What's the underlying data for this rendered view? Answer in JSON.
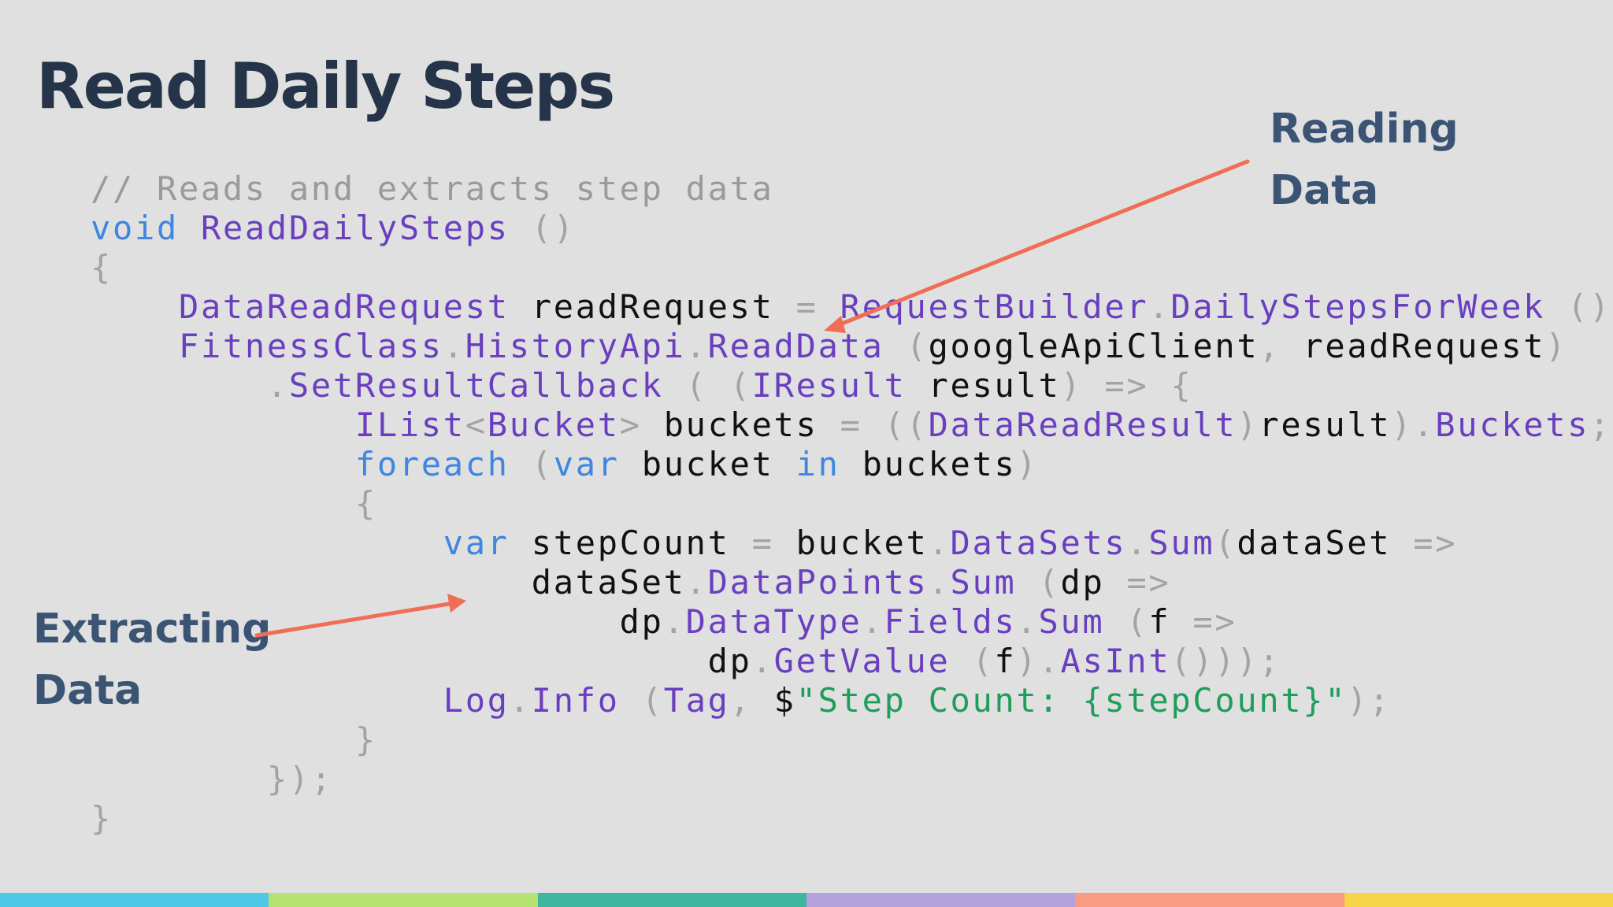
{
  "slide": {
    "title": "Read Daily Steps",
    "callouts": {
      "reading": [
        "Reading",
        "Data"
      ],
      "extracting": [
        "Extracting",
        "Data"
      ]
    },
    "arrow_color": "#f06e55",
    "accent_colors": [
      "#4fc8e6",
      "#b5e372",
      "#3fb7a0",
      "#b4a2dd",
      "#f99a83",
      "#f7d54a"
    ]
  },
  "code": {
    "lines": [
      [
        [
          "comment",
          "// Reads and extracts step data"
        ]
      ],
      [
        [
          "keyword",
          "void"
        ],
        [
          "plain",
          " "
        ],
        [
          "type",
          "ReadDailySteps"
        ],
        [
          "plain",
          " "
        ],
        [
          "punct",
          "()"
        ]
      ],
      [
        [
          "punct",
          "{"
        ]
      ],
      [
        [
          "plain",
          "    "
        ],
        [
          "type",
          "DataReadRequest"
        ],
        [
          "plain",
          " readRequest "
        ],
        [
          "punct",
          "="
        ],
        [
          "plain",
          " "
        ],
        [
          "type",
          "RequestBuilder"
        ],
        [
          "punct",
          "."
        ],
        [
          "member",
          "DailyStepsForWeek"
        ],
        [
          "plain",
          " "
        ],
        [
          "punct",
          "();"
        ]
      ],
      [
        [
          "plain",
          "    "
        ],
        [
          "type",
          "FitnessClass"
        ],
        [
          "punct",
          "."
        ],
        [
          "member",
          "HistoryApi"
        ],
        [
          "punct",
          "."
        ],
        [
          "member",
          "ReadData"
        ],
        [
          "plain",
          " "
        ],
        [
          "punct",
          "("
        ],
        [
          "plain",
          "googleApiClient"
        ],
        [
          "punct",
          ","
        ],
        [
          "plain",
          " readRequest"
        ],
        [
          "punct",
          ")"
        ]
      ],
      [
        [
          "plain",
          "        "
        ],
        [
          "punct",
          "."
        ],
        [
          "member",
          "SetResultCallback"
        ],
        [
          "plain",
          " "
        ],
        [
          "punct",
          "("
        ],
        [
          "plain",
          " "
        ],
        [
          "punct",
          "("
        ],
        [
          "type",
          "IResult"
        ],
        [
          "plain",
          " result"
        ],
        [
          "punct",
          ")"
        ],
        [
          "plain",
          " "
        ],
        [
          "punct",
          "=>"
        ],
        [
          "plain",
          " "
        ],
        [
          "punct",
          "{"
        ]
      ],
      [
        [
          "plain",
          "            "
        ],
        [
          "type",
          "IList"
        ],
        [
          "punct",
          "<"
        ],
        [
          "type",
          "Bucket"
        ],
        [
          "punct",
          ">"
        ],
        [
          "plain",
          " buckets "
        ],
        [
          "punct",
          "="
        ],
        [
          "plain",
          " "
        ],
        [
          "punct",
          "(("
        ],
        [
          "type",
          "DataReadResult"
        ],
        [
          "punct",
          ")"
        ],
        [
          "plain",
          "result"
        ],
        [
          "punct",
          ")."
        ],
        [
          "member",
          "Buckets"
        ],
        [
          "punct",
          ";"
        ]
      ],
      [
        [
          "plain",
          "            "
        ],
        [
          "keyword",
          "foreach"
        ],
        [
          "plain",
          " "
        ],
        [
          "punct",
          "("
        ],
        [
          "keyword",
          "var"
        ],
        [
          "plain",
          " bucket "
        ],
        [
          "keyword",
          "in"
        ],
        [
          "plain",
          " buckets"
        ],
        [
          "punct",
          ")"
        ]
      ],
      [
        [
          "plain",
          "            "
        ],
        [
          "punct",
          "{"
        ]
      ],
      [
        [
          "plain",
          "                "
        ],
        [
          "keyword",
          "var"
        ],
        [
          "plain",
          " stepCount "
        ],
        [
          "punct",
          "="
        ],
        [
          "plain",
          " bucket"
        ],
        [
          "punct",
          "."
        ],
        [
          "member",
          "DataSets"
        ],
        [
          "punct",
          "."
        ],
        [
          "member",
          "Sum"
        ],
        [
          "punct",
          "("
        ],
        [
          "plain",
          "dataSet "
        ],
        [
          "punct",
          "=>"
        ]
      ],
      [
        [
          "plain",
          "                    dataSet"
        ],
        [
          "punct",
          "."
        ],
        [
          "member",
          "DataPoints"
        ],
        [
          "punct",
          "."
        ],
        [
          "member",
          "Sum"
        ],
        [
          "plain",
          " "
        ],
        [
          "punct",
          "("
        ],
        [
          "plain",
          "dp "
        ],
        [
          "punct",
          "=>"
        ]
      ],
      [
        [
          "plain",
          "                        dp"
        ],
        [
          "punct",
          "."
        ],
        [
          "member",
          "DataType"
        ],
        [
          "punct",
          "."
        ],
        [
          "member",
          "Fields"
        ],
        [
          "punct",
          "."
        ],
        [
          "member",
          "Sum"
        ],
        [
          "plain",
          " "
        ],
        [
          "punct",
          "("
        ],
        [
          "plain",
          "f "
        ],
        [
          "punct",
          "=>"
        ]
      ],
      [
        [
          "plain",
          "                            dp"
        ],
        [
          "punct",
          "."
        ],
        [
          "member",
          "GetValue"
        ],
        [
          "plain",
          " "
        ],
        [
          "punct",
          "("
        ],
        [
          "plain",
          "f"
        ],
        [
          "punct",
          ")."
        ],
        [
          "member",
          "AsInt"
        ],
        [
          "punct",
          "()));"
        ]
      ],
      [
        [
          "plain",
          "                "
        ],
        [
          "type",
          "Log"
        ],
        [
          "punct",
          "."
        ],
        [
          "member",
          "Info"
        ],
        [
          "plain",
          " "
        ],
        [
          "punct",
          "("
        ],
        [
          "type",
          "Tag"
        ],
        [
          "punct",
          ","
        ],
        [
          "plain",
          " $"
        ],
        [
          "string",
          "\"Step Count: {stepCount}\""
        ],
        [
          "punct",
          ");"
        ]
      ],
      [
        [
          "plain",
          "            "
        ],
        [
          "punct",
          "}"
        ]
      ],
      [
        [
          "plain",
          "        "
        ],
        [
          "punct",
          "});"
        ]
      ],
      [
        [
          "punct",
          "}"
        ]
      ]
    ]
  }
}
